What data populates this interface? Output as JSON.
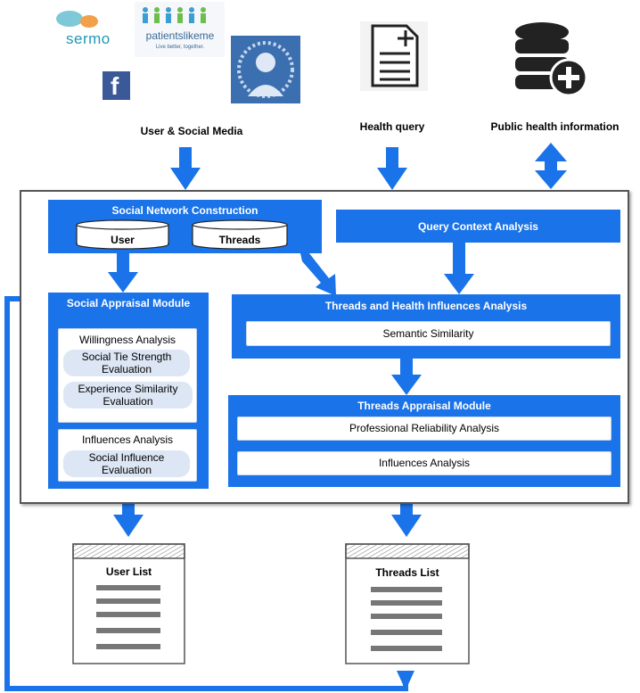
{
  "sources": {
    "sermo_logo": "sermo",
    "patientslikeme_logo": "patientslikeme",
    "patientslikeme_tagline": "Live better, together.",
    "facebook_logo": "f",
    "user_social_media": "User & Social Media",
    "health_query": "Health query",
    "public_health_information": "Public health information"
  },
  "social_network_construction": {
    "title": "Social Network Construction",
    "user_db": "User",
    "threads_db": "Threads"
  },
  "query_context_analysis": {
    "title": "Query Context Analysis"
  },
  "social_appraisal_module": {
    "title": "Social Appraisal Module",
    "willingness_title": "Willingness Analysis",
    "social_tie": "Social Tie Strength Evaluation",
    "experience_similarity": "Experience Similarity Evaluation",
    "influences_title": "Influences Analysis",
    "social_influence": "Social Influence Evaluation"
  },
  "threads_health": {
    "title": "Threads and Health Influences Analysis",
    "semantic_similarity": "Semantic Similarity"
  },
  "threads_appraisal": {
    "title": "Threads Appraisal Module",
    "professional_reliability": "Professional Reliability Analysis",
    "influences_analysis": "Influences Analysis"
  },
  "outputs": {
    "user_list": "User List",
    "threads_list": "Threads List"
  },
  "colors": {
    "primary_blue": "#1a73e8",
    "pill_fill": "#dde6f4",
    "frame_border": "#555555"
  }
}
